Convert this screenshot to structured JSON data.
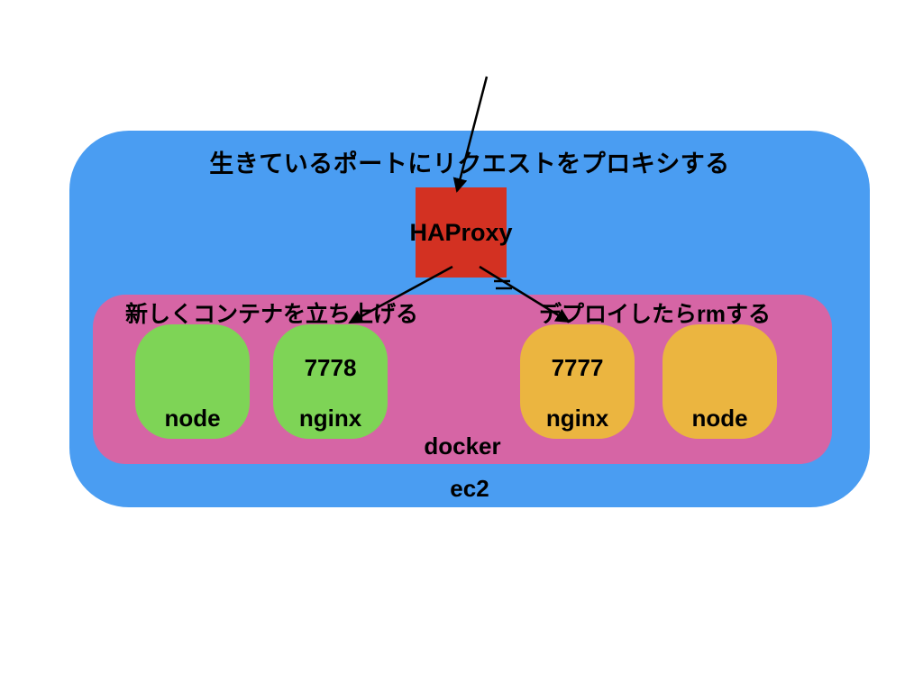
{
  "title": "生きているポートにリクエストをプロキシする",
  "haproxy_label": "HAProxy",
  "annotation_left": "新しくコンテナを立ち上げる",
  "annotation_right": "デプロイしたらrmする",
  "docker_label": "docker",
  "ec2_label": "ec2",
  "containers": [
    {
      "name": "node",
      "port": "",
      "group": "new"
    },
    {
      "name": "nginx",
      "port": "7778",
      "group": "new"
    },
    {
      "name": "nginx",
      "port": "7777",
      "group": "old"
    },
    {
      "name": "node",
      "port": "",
      "group": "old"
    }
  ],
  "edges": [
    {
      "from": "incoming-request",
      "to": "HAProxy",
      "style": "solid-arrow"
    },
    {
      "from": "HAProxy",
      "to": "nginx:7778",
      "style": "solid-arrow"
    },
    {
      "from": "HAProxy",
      "to": "nginx:7777",
      "style": "solid-arrow-with-break-mark"
    }
  ],
  "colors": {
    "ec2_blue": "#4a9df2",
    "docker_pink": "#d665a5",
    "container_green": "#7ed456",
    "container_orange": "#ebb540",
    "haproxy_red": "#d33122",
    "line_black": "#000000"
  }
}
